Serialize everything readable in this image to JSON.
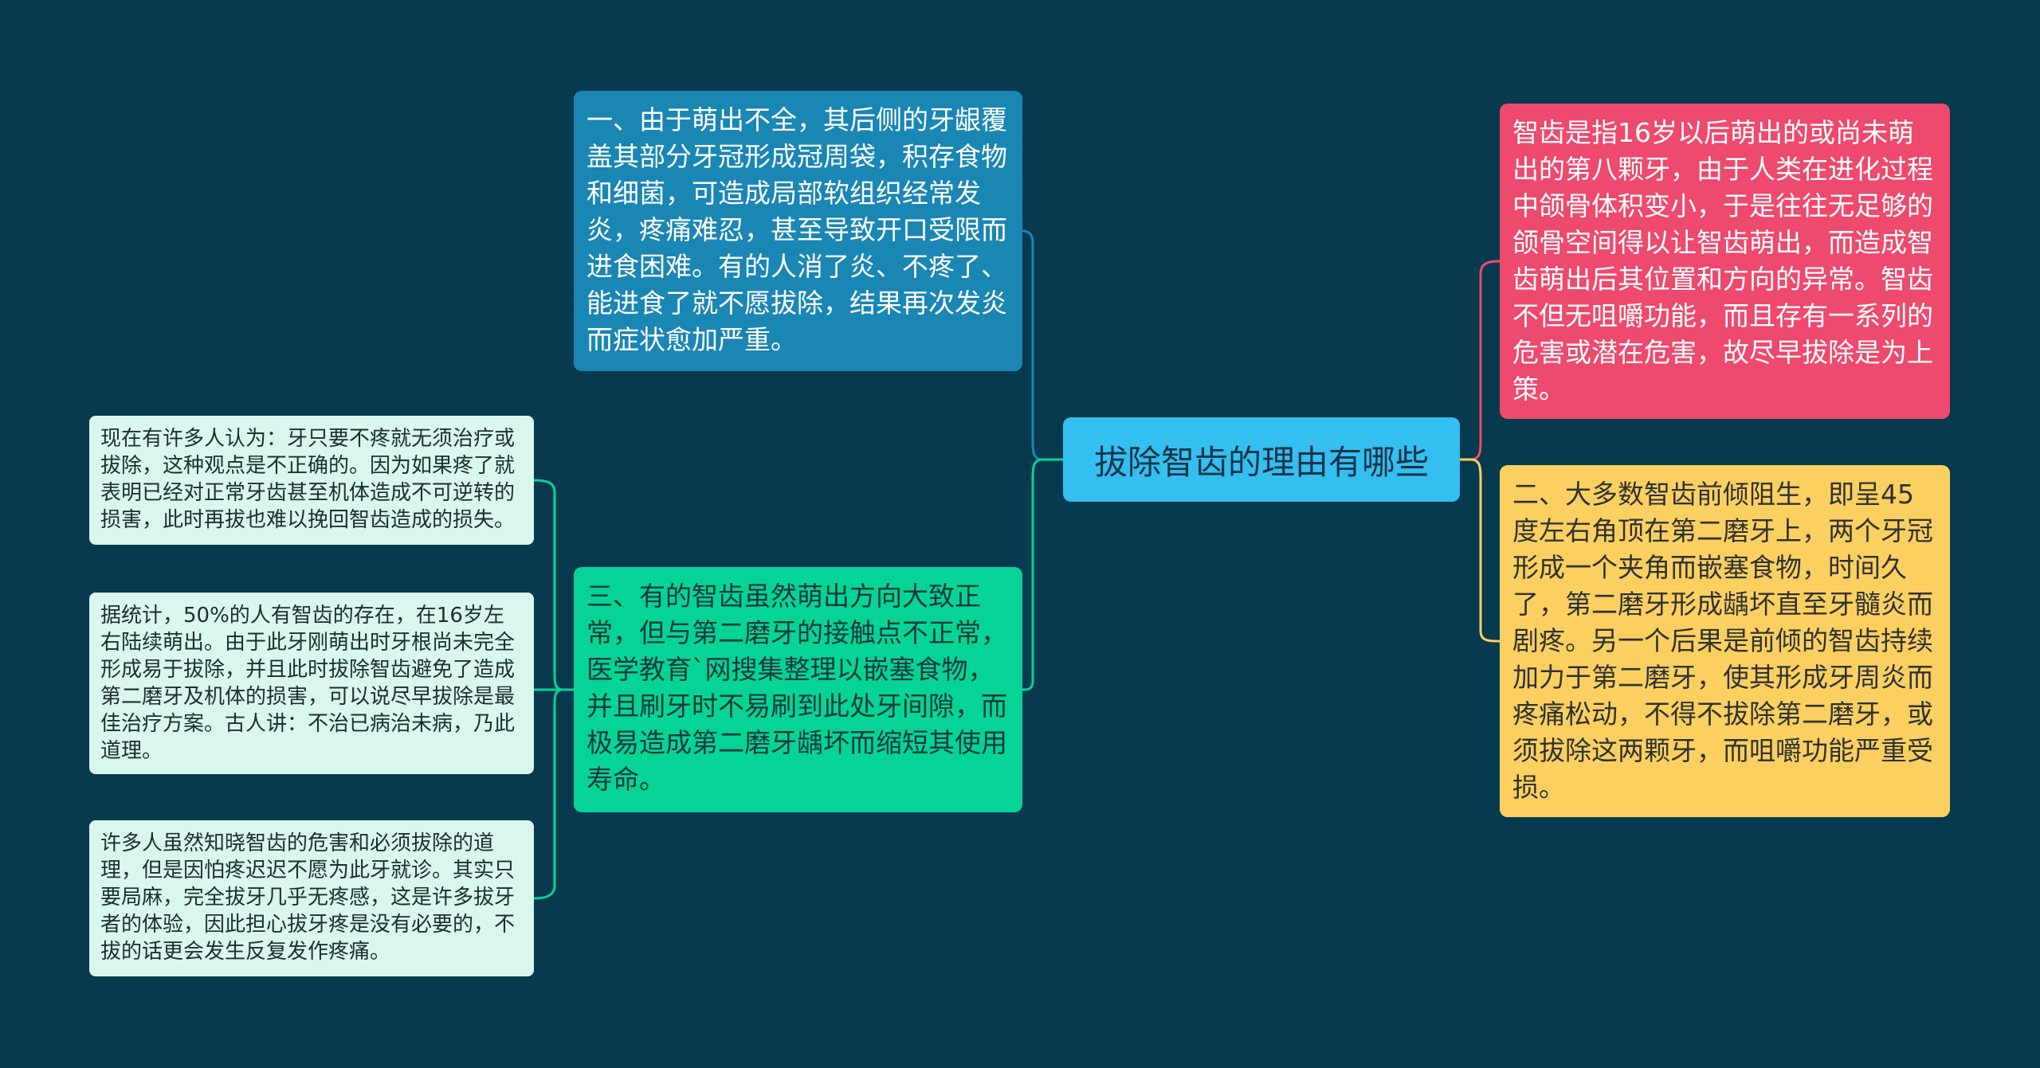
{
  "colors": {
    "background": "#073a4e",
    "center": "#35bef0",
    "branch_blue": "#1a86b4",
    "branch_green": "#06d396",
    "branch_red": "#ee4a6e",
    "branch_yellow": "#fcd060",
    "leaf": "#d9f6ef"
  },
  "center": {
    "title": "拔除智齿的理由有哪些"
  },
  "left_branches": [
    {
      "text": "一、由于萌出不全，其后侧的牙龈覆盖其部分牙冠形成冠周袋，积存食物和细菌，可造成局部软组织经常发炎，疼痛难忍，甚至导致开口受限而进食困难。有的人消了炎、不疼了、能进食了就不愿拔除，结果再次发炎而症状愈加严重。"
    },
    {
      "text": "三、有的智齿虽然萌出方向大致正常，但与第二磨牙的接触点不正常，医学教育`网搜集整理以嵌塞食物，并且刷牙时不易刷到此处牙间隙，而极易造成第二磨牙龋坏而缩短其使用寿命。",
      "children": [
        {
          "text": "现在有许多人认为：牙只要不疼就无须治疗或拔除，这种观点是不正确的。因为如果疼了就表明已经对正常牙齿甚至机体造成不可逆转的损害，此时再拔也难以挽回智齿造成的损失。"
        },
        {
          "text": "据统计，50%的人有智齿的存在，在16岁左右陆续萌出。由于此牙刚萌出时牙根尚未完全形成易于拔除，并且此时拔除智齿避免了造成第二磨牙及机体的损害，可以说尽早拔除是最佳治疗方案。古人讲：不治已病治未病，乃此道理。"
        },
        {
          "text": "许多人虽然知晓智齿的危害和必须拔除的道理，但是因怕疼迟迟不愿为此牙就诊。其实只要局麻，完全拔牙几乎无疼感，这是许多拔牙者的体验，因此担心拔牙疼是没有必要的，不拔的话更会发生反复发作疼痛。"
        }
      ]
    }
  ],
  "right_branches": [
    {
      "text": "智齿是指16岁以后萌出的或尚未萌出的第八颗牙，由于人类在进化过程中颌骨体积变小，于是往往无足够的颌骨空间得以让智齿萌出，而造成智齿萌出后其位置和方向的异常。智齿不但无咀嚼功能，而且存有一系列的危害或潜在危害，故尽早拔除是为上策。"
    },
    {
      "text": "二、大多数智齿前倾阻生，即呈45度左右角顶在第二磨牙上，两个牙冠形成一个夹角而嵌塞食物，时间久了，第二磨牙形成龋坏直至牙髓炎而剧疼。另一个后果是前倾的智齿持续加力于第二磨牙，使其形成牙周炎而疼痛松动，不得不拔除第二磨牙，或须拔除这两颗牙，而咀嚼功能严重受损。"
    }
  ]
}
